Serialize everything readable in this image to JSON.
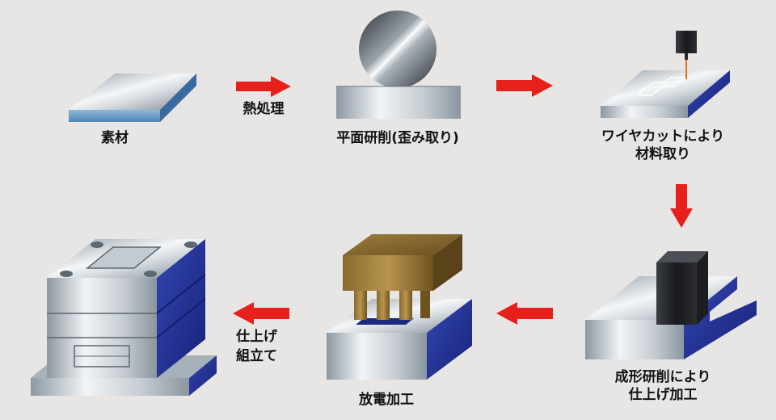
{
  "steps": {
    "material": "素材",
    "heat_treatment": "熱処理",
    "surface_grinding": "平面研削(歪み取り)",
    "wire_cut_line1": "ワイヤカットにより",
    "wire_cut_line2": "材料取り",
    "form_grinding_line1": "成形研削により",
    "form_grinding_line2": "仕上げ加工",
    "edm": "放電加工",
    "finish_line1": "仕上げ",
    "finish_line2": "組立て"
  },
  "colors": {
    "arrow": "#e8201c",
    "steel_light": "#eef2f4",
    "steel_dark": "#6f7c86",
    "blue_side": "#23349a",
    "electrode": "#8a6a2e"
  }
}
